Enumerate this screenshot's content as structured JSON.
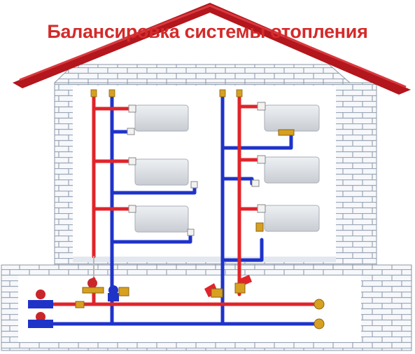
{
  "title": "Балансировка системы отопления",
  "colors": {
    "supply": "#e0242a",
    "return": "#1f33c9",
    "roof": "#b3161c",
    "brick_mortar": "#9aa6b6",
    "radiator": "#dcdfe4",
    "valve_brass": "#d7a021"
  },
  "legend_semantics": {
    "supply_line": "hot supply riser",
    "return_line": "cold return riser"
  }
}
